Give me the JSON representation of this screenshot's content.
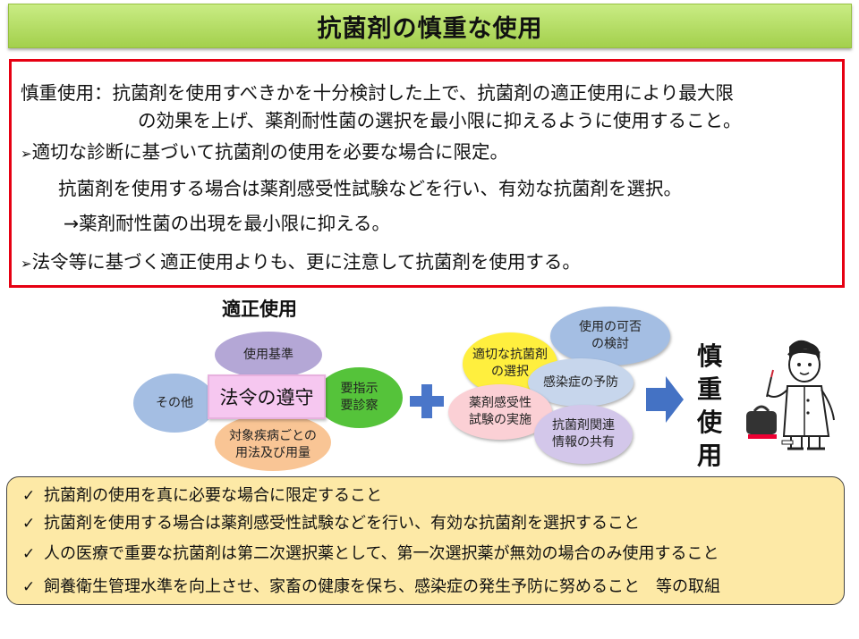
{
  "title": "抗菌剤の慎重な使用",
  "definition": {
    "line1": "慎重使用：抗菌剤を使用すべきかを十分検討した上で、抗菌剤の適正使用により最大限",
    "line2": "の効果を上げ、薬剤耐性菌の選択を最小限に抑えるように使用すること。",
    "bullet1": "適切な診断に基づいて抗菌剤の使用を必要な場合に限定。",
    "sub1": "抗菌剤を使用する場合は薬剤感受性試験などを行い、有効な抗菌剤を選択。",
    "sub2": "→薬剤耐性菌の出現を最小限に抑える。",
    "bullet2": "法令等に基づく適正使用よりも、更に注意して抗菌剤を使用する。",
    "bullet_mark": "➢"
  },
  "diagram": {
    "proper_use_label": "適正使用",
    "center_box": "法令の遵守",
    "top": "使用基準",
    "left": "その他",
    "right_l1": "要指示",
    "right_l2": "要診察",
    "bottom_l1": "対象疾病ごとの",
    "bottom_l2": "用法及び用量",
    "plus": "+",
    "prudent": {
      "c1_l1": "使用の可否",
      "c1_l2": "の検討",
      "c2_l1": "適切な抗菌剤",
      "c2_l2": "の選択",
      "c3": "感染症の予防",
      "c4_l1": "薬剤感受性",
      "c4_l2": "試験の実施",
      "c5_l1": "抗菌剤関連",
      "c5_l2": "情報の共有"
    },
    "result_chars": [
      "慎",
      "重",
      "使",
      "用"
    ],
    "colors": {
      "purple": "#b4a7d6",
      "blue": "#a4bee3",
      "green": "#55c33a",
      "orange": "#f9c595",
      "pink": "#f6c7f0",
      "yellow": "#ffef3e",
      "arrow": "#4472c4",
      "plus": "#4a76c9"
    }
  },
  "checklist": {
    "mark": "✓",
    "items": [
      "抗菌剤の使用を真に必要な場合に限定すること",
      "抗菌剤を使用する場合は薬剤感受性試験などを行い、有効な抗菌剤を選択すること",
      "人の医療で重要な抗菌剤は第二次選択薬として、第一次選択薬が無効の場合のみ使用すること",
      "飼養衛生管理水準を向上させ、家畜の健康を保ち、感染症の発生予防に努めること　等の取組"
    ]
  }
}
